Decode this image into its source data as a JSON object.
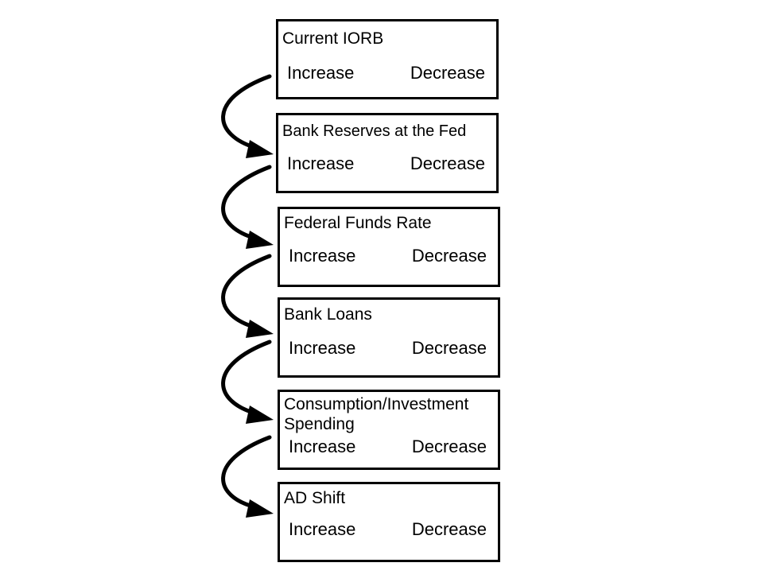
{
  "steps": [
    {
      "title": "Current IORB",
      "options": [
        "Increase",
        "Decrease"
      ]
    },
    {
      "title": "Bank Reserves at the Fed",
      "options": [
        "Increase",
        "Decrease"
      ]
    },
    {
      "title": "Federal Funds Rate",
      "options": [
        "Increase",
        "Decrease"
      ]
    },
    {
      "title": "Bank Loans",
      "options": [
        "Increase",
        "Decrease"
      ]
    },
    {
      "title": "Consumption/Investment Spending",
      "options": [
        "Increase",
        "Decrease"
      ]
    },
    {
      "title": "AD Shift",
      "options": [
        "Increase",
        "Decrease"
      ]
    }
  ],
  "colors": {
    "stroke": "#000000",
    "background": "#ffffff"
  }
}
